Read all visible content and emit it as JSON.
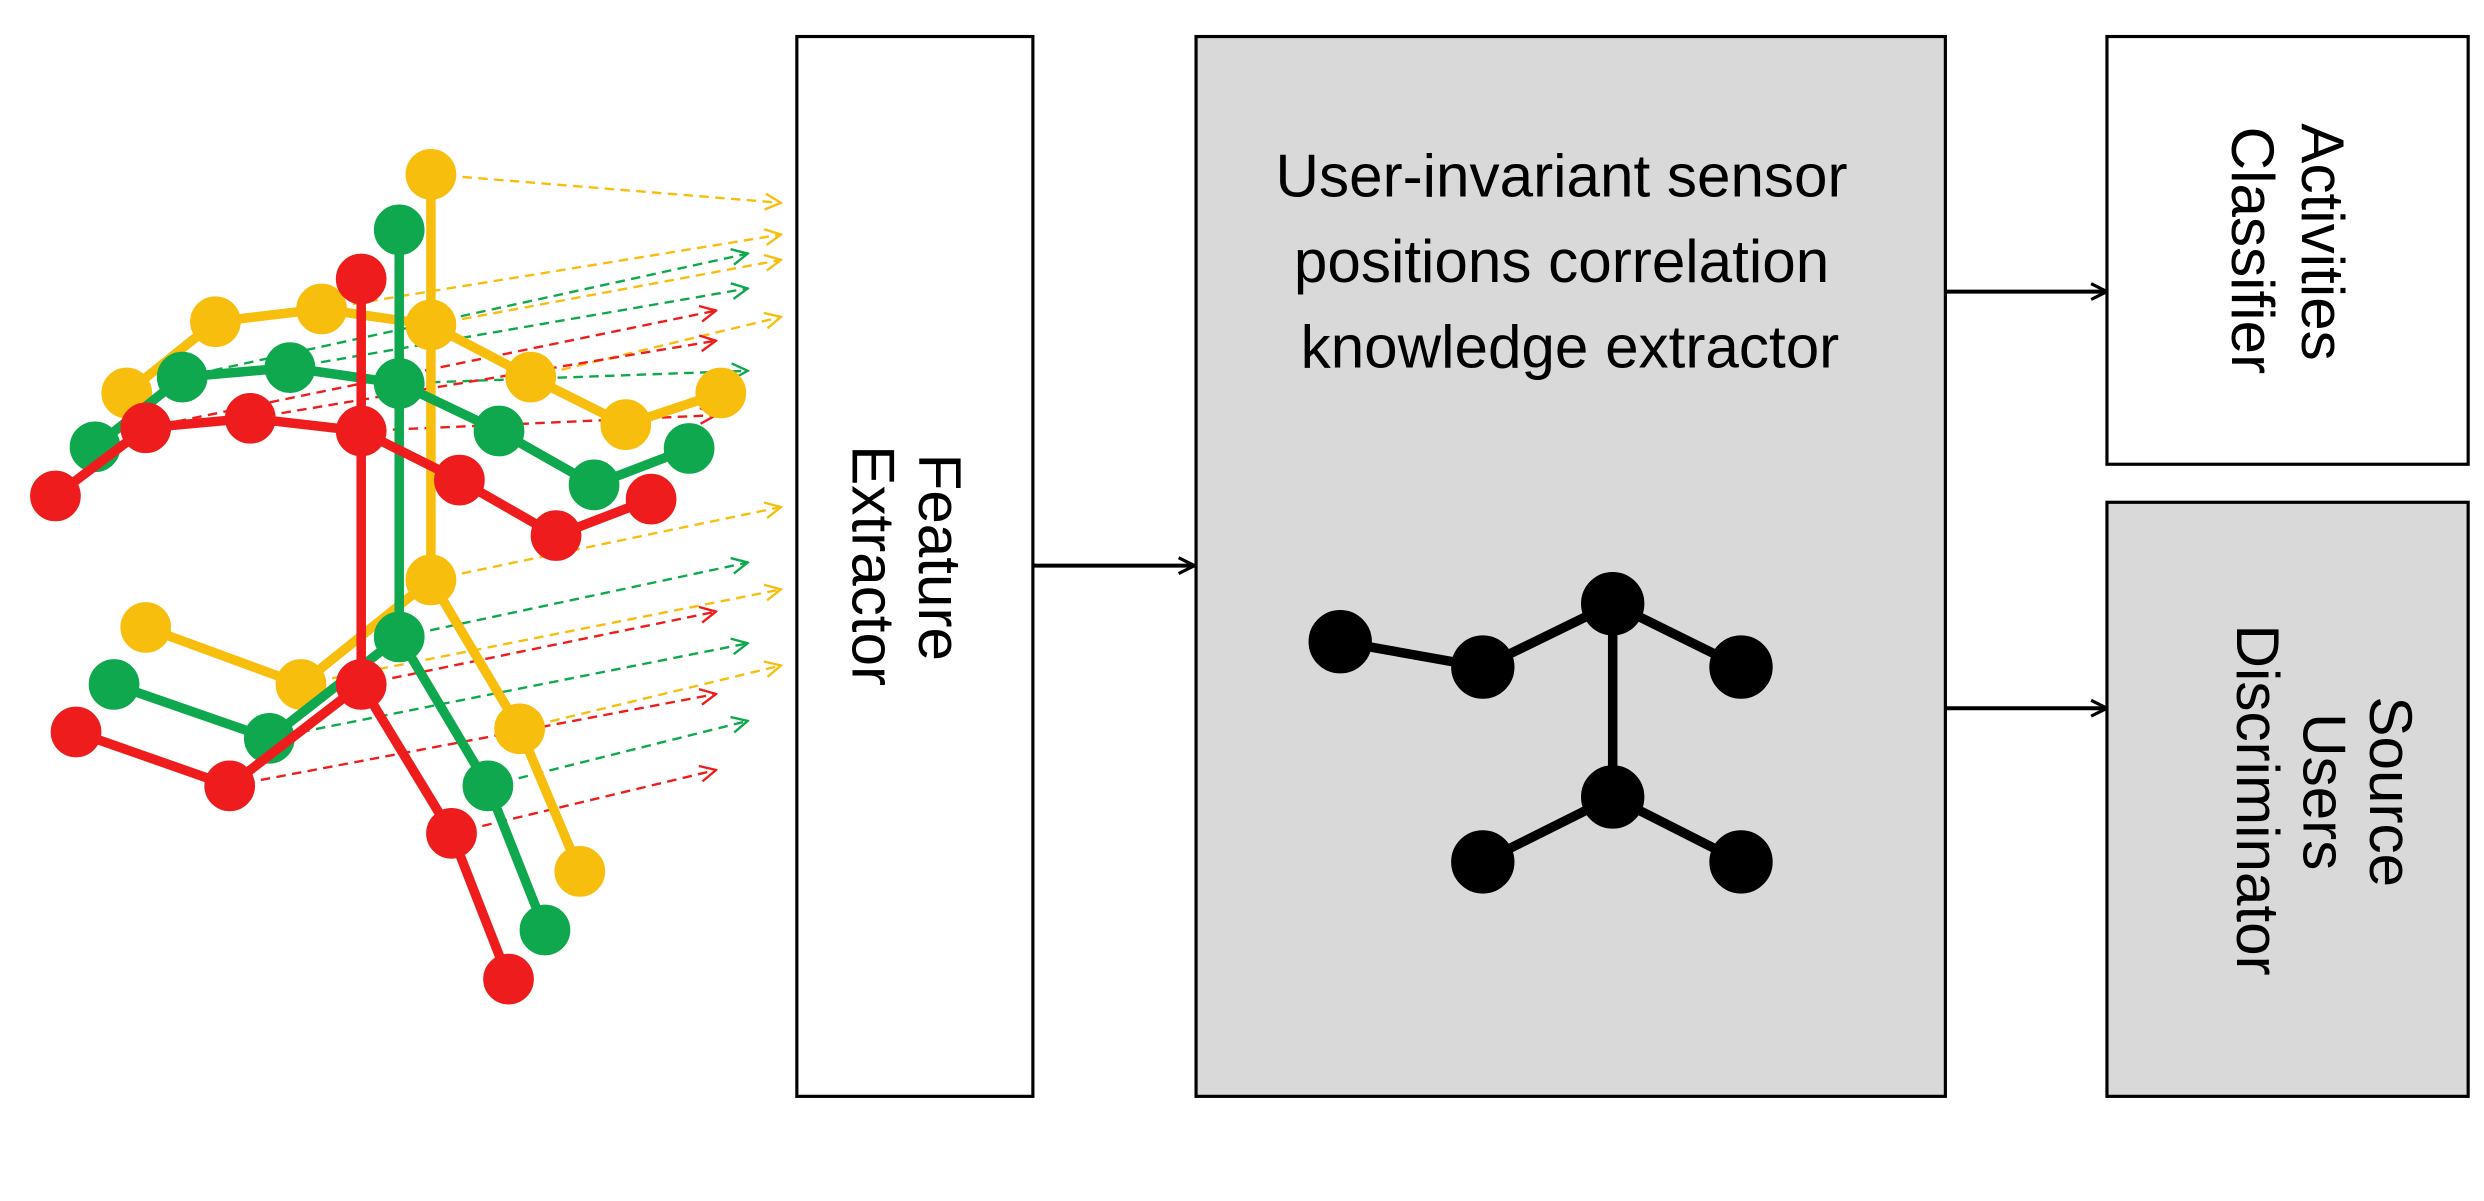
{
  "boxes": {
    "feature_extractor": {
      "lines": [
        "Feature",
        "Extractor"
      ]
    },
    "correlation_extractor": {
      "lines": [
        "User-invariant sensor",
        "positions correlation",
        "knowledge extractor"
      ]
    },
    "activities_classifier": {
      "lines": [
        "Activities",
        "Classifier"
      ]
    },
    "users_discriminator": {
      "lines": [
        "Source",
        "Users",
        "Discriminator"
      ]
    }
  },
  "colors": {
    "box_fill_gray": "#d9d9d9",
    "box_fill_white": "#ffffff",
    "skeleton_red": "#ee1c1c",
    "skeleton_green": "#10a84e",
    "skeleton_yellow": "#f7be0e",
    "graph_black": "#000000"
  },
  "icons": {
    "skeleton_stack": "stacked-sensor-skeletons-icon",
    "graph": "sensor-correlation-graph-icon"
  }
}
